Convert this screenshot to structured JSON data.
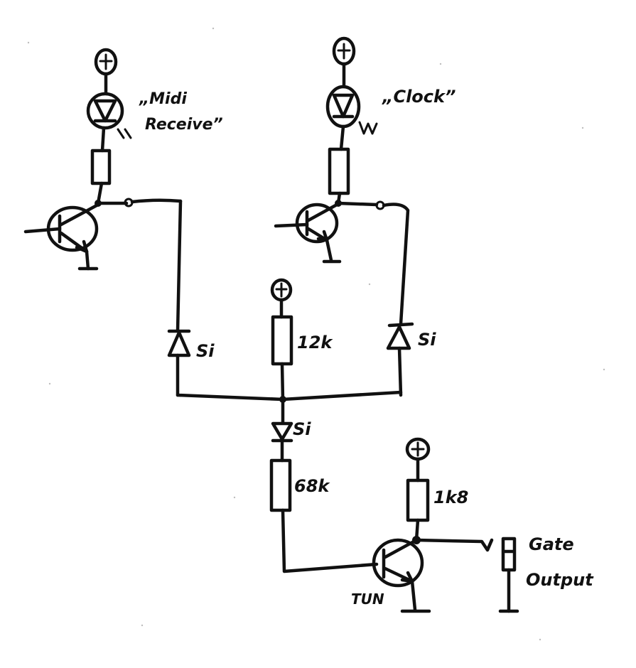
{
  "labels": {
    "plus": "+",
    "midi_line1": "„Midi",
    "midi_line2": "Receive”",
    "clock": "„Clock”",
    "si": "Si",
    "r_12k": "12k",
    "r_68k": "68k",
    "r_1k8": "1k8",
    "gate_line1": "Gate",
    "gate_line2": "Output",
    "transistor": "TUN",
    "emission_mark": "↘↘"
  },
  "colors": {
    "ink": "#111111",
    "paper": "#ffffff"
  }
}
